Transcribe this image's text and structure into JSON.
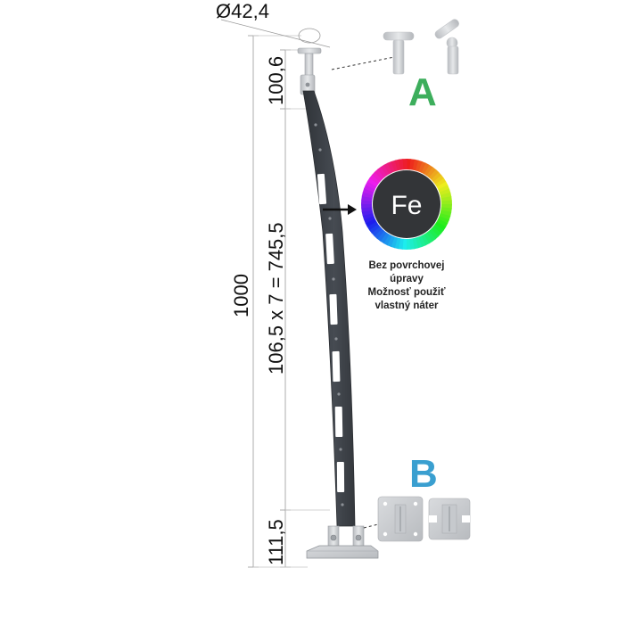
{
  "dimensions": {
    "diameter": "Ø42,4",
    "top_height": "100,6",
    "total_height": "1000",
    "span": "106,5 x 7 = 745,5",
    "bottom_height": "111,5"
  },
  "variants": {
    "a": {
      "letter": "A",
      "color": "#3dae5c"
    },
    "b": {
      "letter": "B",
      "color": "#3a9fd0"
    }
  },
  "finish": {
    "symbol": "Fe",
    "lines": [
      "Bez povrchovej",
      "úpravy",
      "Možnosť použiť",
      "vlastný náter"
    ]
  },
  "colors": {
    "post": "#3b3f45",
    "metal": "#c9ccd0"
  }
}
